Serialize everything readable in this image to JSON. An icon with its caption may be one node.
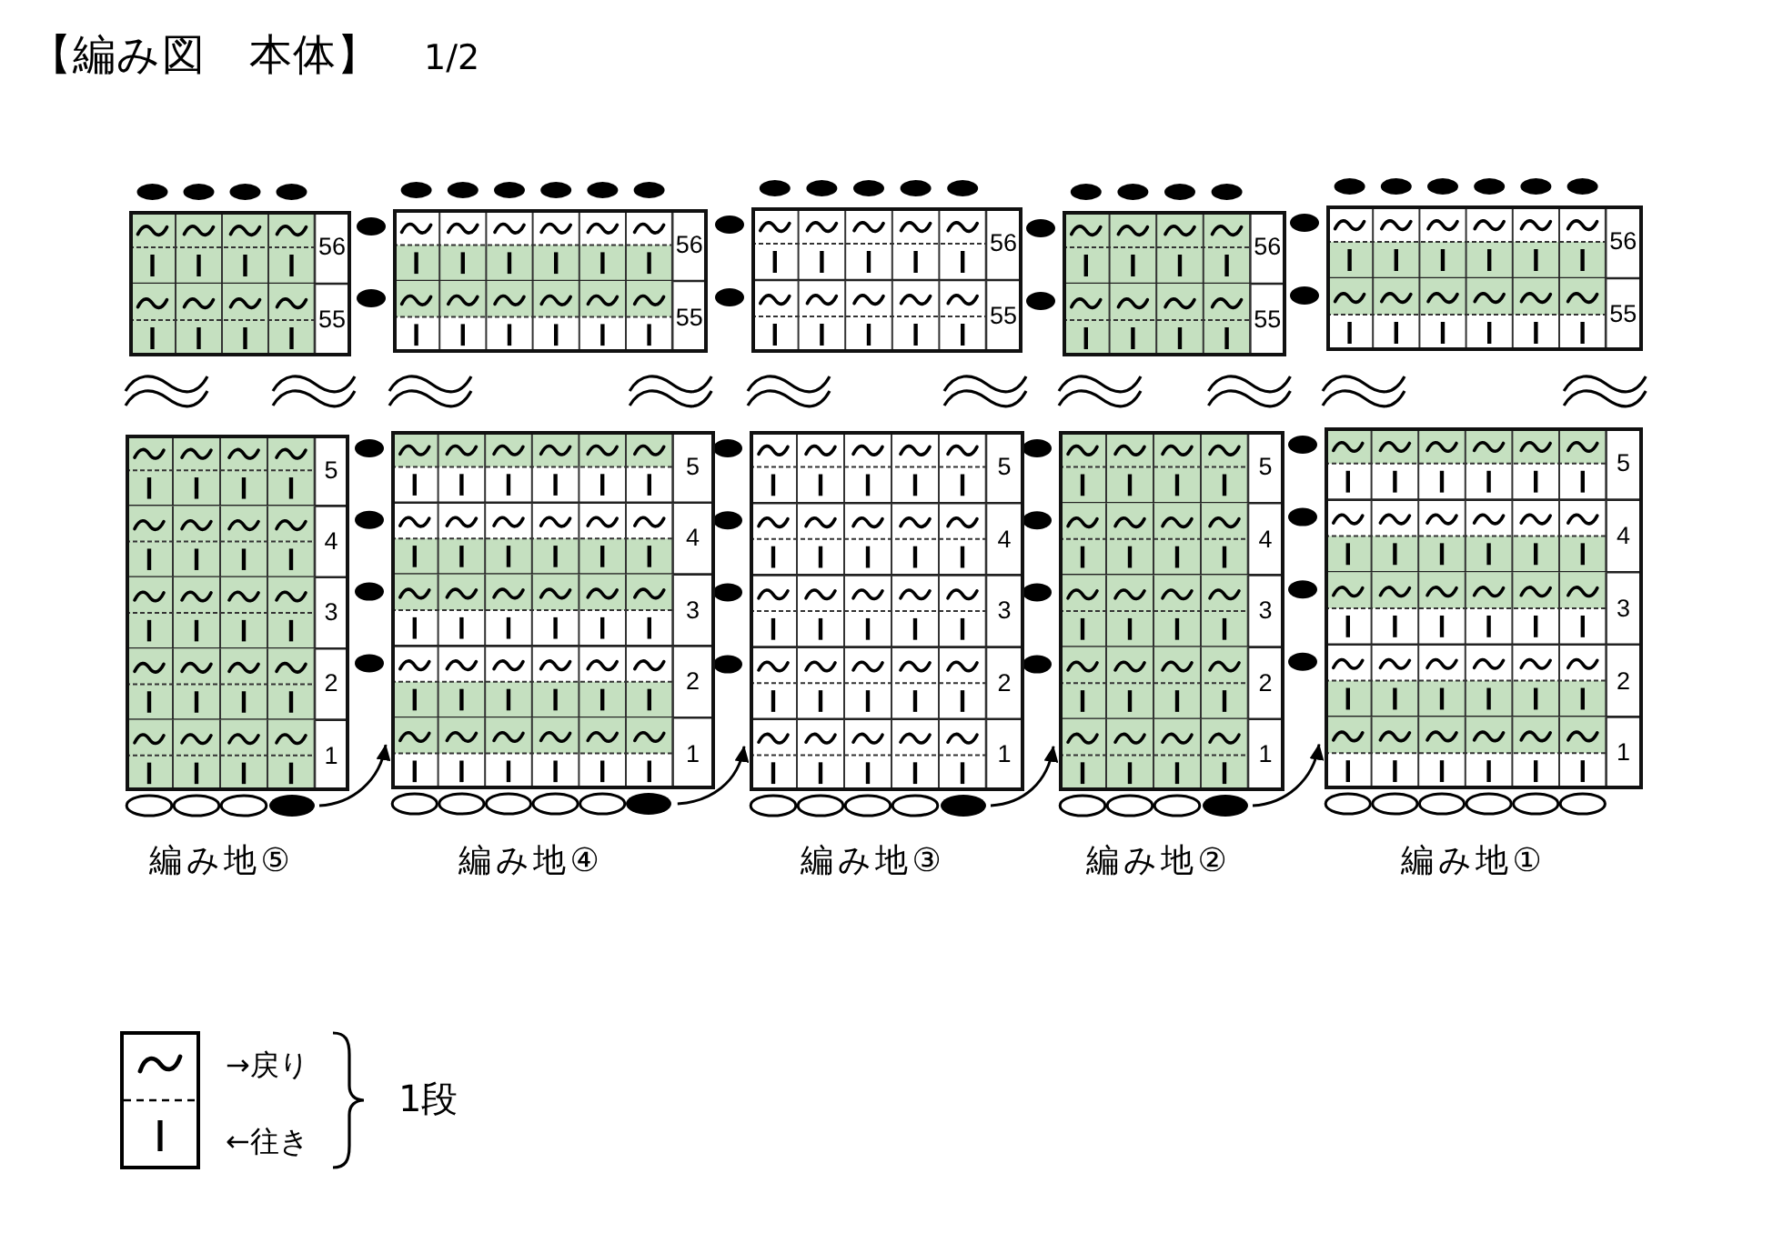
{
  "diagram": {
    "title": "【編み図　本体】",
    "nodes": [
      {
        "text": [
          "56",
          "55"
        ]
      },
      {
        "text": [
          "56",
          "55"
        ]
      },
      {
        "text": [
          "56",
          "55"
        ]
      },
      {
        "text": [
          "56",
          "55"
        ]
      },
      {
        "text": [
          "56",
          "55"
        ]
      },
      {
        "text": [
          "5",
          "4",
          "3",
          "2",
          "1"
        ]
      },
      {
        "text": [
          "5",
          "4",
          "3",
          "2",
          "1"
        ]
      },
      {
        "text": [
          "5",
          "4",
          "3",
          "2",
          "1"
        ]
      },
      {
        "text": [
          "5",
          "4",
          "3",
          "2",
          "1"
        ]
      },
      {
        "text": [
          "5",
          "4",
          "3",
          "2",
          "1"
        ]
      },
      {
        "text": [],
        "shape": "ellipse"
      },
      {
        "text": [],
        "shape": "ellipse"
      },
      {
        "text": [],
        "shape": "ellipse"
      },
      {
        "text": [],
        "shape": "ellipse"
      }
    ],
    "edges": [
      {
        "from": 10,
        "to": 6,
        "arrow": "to"
      },
      {
        "from": 11,
        "to": 7,
        "arrow": "to"
      },
      {
        "from": 12,
        "to": 8,
        "arrow": "to"
      },
      {
        "from": 13,
        "to": 9,
        "arrow": "to"
      }
    ],
    "labels": [
      "1/2",
      "編み地⑤",
      "編み地④",
      "編み地③",
      "編み地②",
      "編み地①",
      "1段"
    ],
    "legend": [
      {
        "text": "→戻り"
      },
      {
        "text": "←往き"
      }
    ]
  }
}
